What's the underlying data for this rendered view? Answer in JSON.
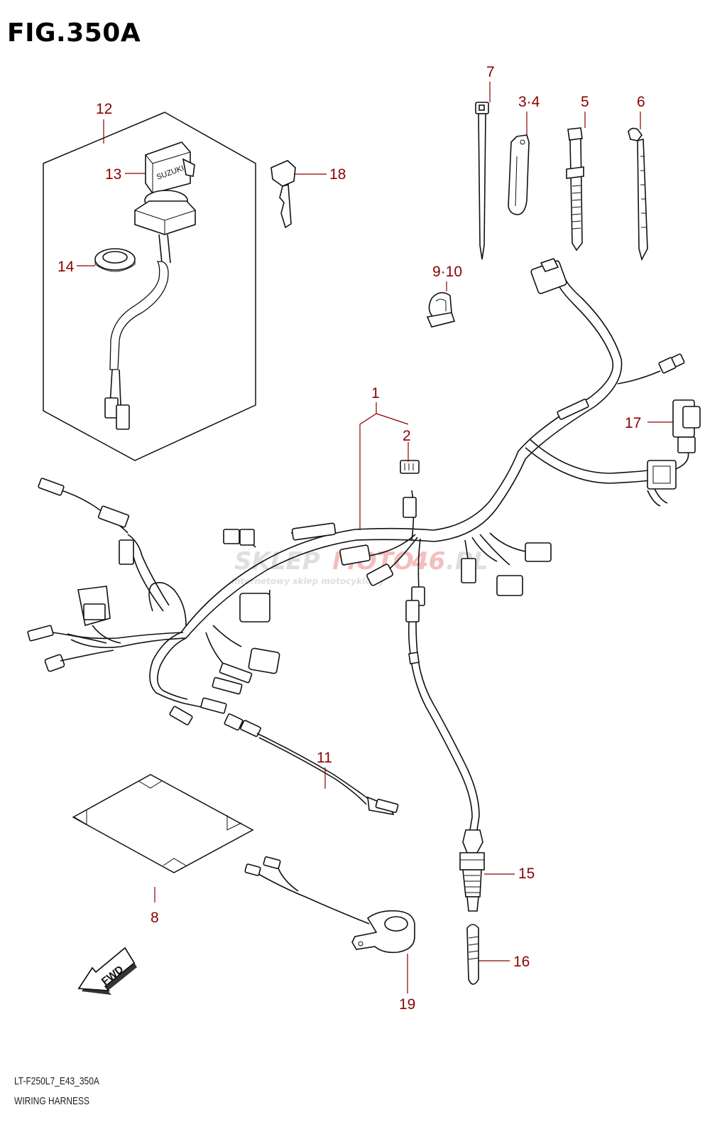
{
  "figure": {
    "title": "FIG.350A",
    "model_code": "LT-F250L7_E43_350A",
    "name": "WIRING HARNESS"
  },
  "callouts": {
    "c1": "1",
    "c2": "2",
    "c3_4": "3·4",
    "c5": "5",
    "c6": "6",
    "c7": "7",
    "c8": "8",
    "c9_10": "9·10",
    "c11": "11",
    "c12": "12",
    "c13": "13",
    "c14": "14",
    "c15": "15",
    "c16": "16",
    "c17": "17",
    "c18": "18",
    "c19": "19"
  },
  "labels": {
    "brand_on_switch": "SUZUKI",
    "fwd_arrow": "FWD"
  },
  "watermark": {
    "brand_a": "SKLEP",
    "brand_b": "MOTO",
    "brand_c": "46",
    "brand_d": ".PL",
    "tagline": "internetowy sklep motocyklowy"
  },
  "colors": {
    "callout": "#8b0000",
    "line_art": "#111111",
    "watermark_gray": "#d9d9d9",
    "watermark_red": "#f2b0b0"
  }
}
